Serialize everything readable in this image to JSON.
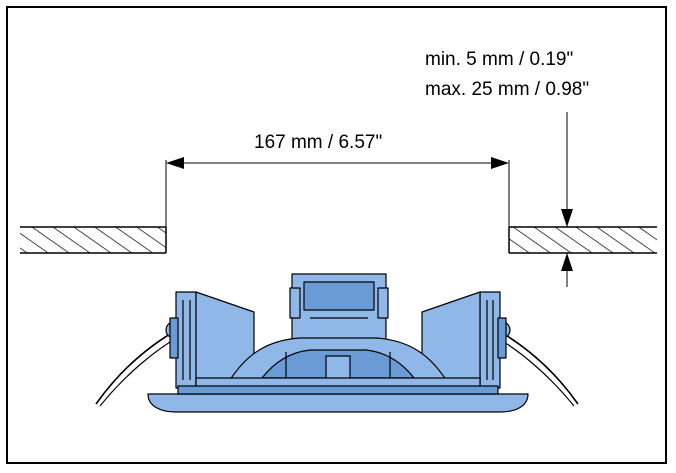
{
  "dimensions": {
    "cutout_width": "167 mm / 6.57\"",
    "thickness_min": "min. 5 mm / 0.19\"",
    "thickness_max": "max. 25 mm / 0.98\""
  },
  "colors": {
    "speaker_fill": "#8fb8e8",
    "speaker_dark": "#6a9bd6",
    "line": "#000000"
  }
}
